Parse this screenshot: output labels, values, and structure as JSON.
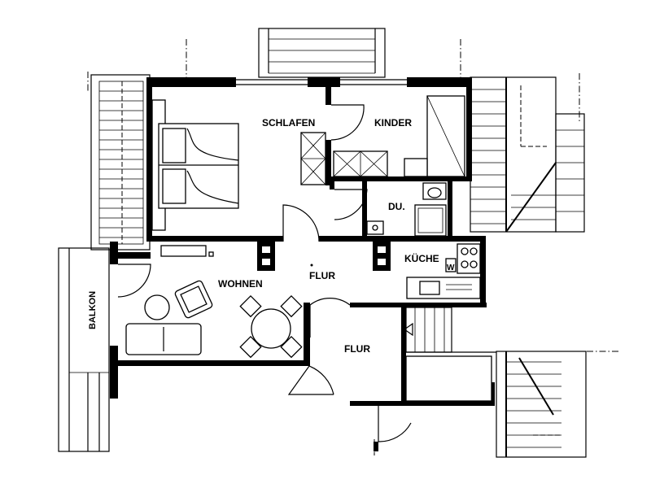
{
  "rooms": {
    "schlafen": "SCHLAFEN",
    "kinder": "KINDER",
    "du": "DU.",
    "wohnen": "WOHNEN",
    "flur_upper": "FLUR",
    "kueche": "KÜCHE",
    "flur_lower": "FLUR",
    "balkon": "BALKON"
  },
  "appliance_labels": {
    "washing_machine": "W"
  },
  "colors": {
    "wall": "#000000",
    "background": "#ffffff"
  }
}
